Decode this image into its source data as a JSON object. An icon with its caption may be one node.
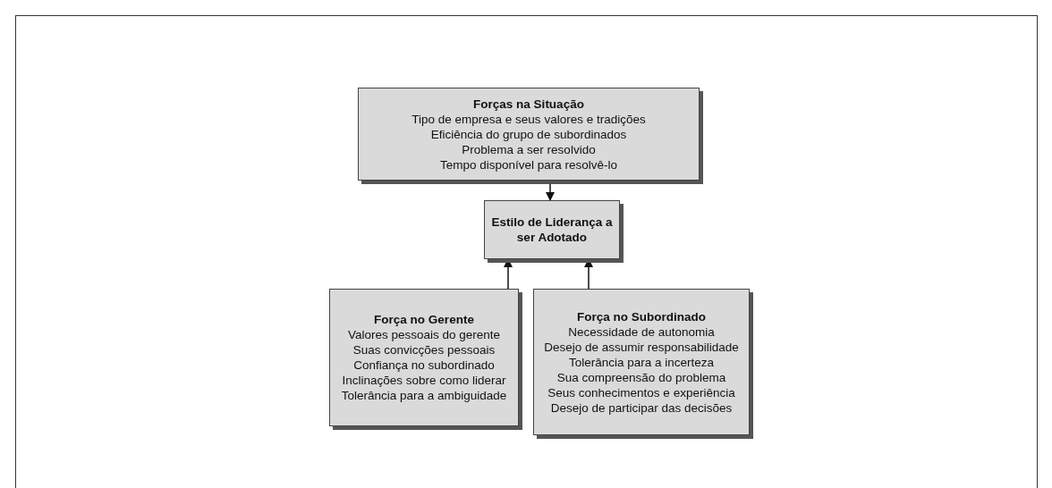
{
  "diagram": {
    "nodes": [
      {
        "text": [
          "Forças na Situação",
          "Tipo de empresa e seus valores e tradições",
          "Eficiência do grupo de subordinados",
          "Problema a ser resolvido",
          "Tempo disponível para resolvê-lo"
        ]
      },
      {
        "text": [
          "Estilo de Liderança a ser Adotado"
        ]
      },
      {
        "text": [
          "Força no Gerente",
          "Valores pessoais do gerente",
          "Suas convicções pessoais",
          "Confiança no subordinado",
          "Inclinações sobre como liderar",
          "Tolerância para a ambiguidade"
        ]
      },
      {
        "text": [
          "Força no Subordinado",
          "Necessidade de autonomia",
          "Desejo de assumir responsabilidade",
          "Tolerância para a incerteza",
          "Sua compreensão do problema",
          "Seus conhecimentos e experiência",
          "Desejo de participar das decisões"
        ]
      }
    ],
    "edges": [
      {
        "from": 0,
        "to": 1,
        "arrow": "to"
      },
      {
        "from": 2,
        "to": 1,
        "arrow": "to"
      },
      {
        "from": 3,
        "to": 1,
        "arrow": "to"
      }
    ]
  }
}
